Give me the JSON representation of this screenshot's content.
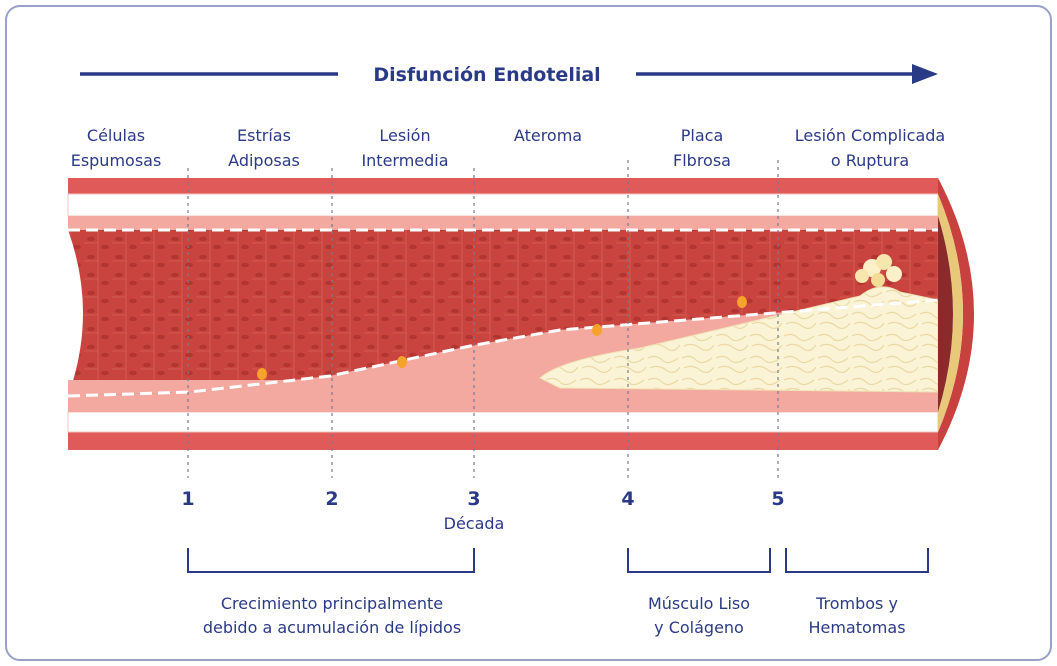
{
  "title": "Disfunción Endotelial",
  "stages": [
    {
      "line1": "Células",
      "line2": "Espumosas"
    },
    {
      "line1": "Estrías",
      "line2": "Adiposas"
    },
    {
      "line1": "Lesión",
      "line2": "Intermedia"
    },
    {
      "line1": "Ateroma",
      "line2": ""
    },
    {
      "line1": "Placa",
      "line2": "Flbrosa"
    },
    {
      "line1": "Lesión Complicada",
      "line2": "o Ruptura"
    }
  ],
  "decades": [
    "1",
    "2",
    "3",
    "4",
    "5"
  ],
  "decade_label": "Década",
  "brackets": [
    {
      "line1": "Crecimiento principalmente",
      "line2": "debido a acumulación de lípidos"
    },
    {
      "line1": "Músculo Liso",
      "line2": "y Colágeno"
    },
    {
      "line1": "Trombos y",
      "line2": "Hematomas"
    }
  ],
  "colors": {
    "accent": "#2b3a86",
    "frame": "#9aa0c8",
    "vessel_wall": "#e05a5a",
    "lumen": "#c8413f",
    "plaque": "#fbf3d6",
    "intima": "#f4a9a0"
  }
}
